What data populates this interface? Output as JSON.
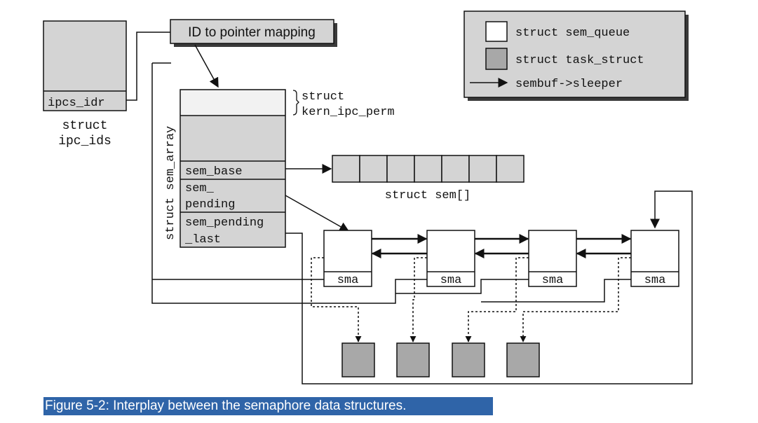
{
  "figure": {
    "caption": "Figure 5-2: Interplay between the semaphore data structures."
  },
  "ipc_ids": {
    "field": "ipcs_idr",
    "label_line1": "struct",
    "label_line2": "ipc_ids"
  },
  "mapping": {
    "label": "ID to pointer mapping"
  },
  "sem_array": {
    "side_label": "struct sem_array",
    "perm_label_line1": "struct",
    "perm_label_line2": "kern_ipc_perm",
    "field_sem_base": "sem_base",
    "field_sem_pending_1": "sem_",
    "field_sem_pending_2": "pending",
    "field_sem_pending_last_1": "sem_pending",
    "field_sem_pending_last_2": "_last"
  },
  "sem": {
    "label": "struct sem[]",
    "cell_count": 7
  },
  "queues": {
    "field": "sma",
    "count": 4,
    "sleepers": 4
  },
  "legend": {
    "queue_label": "struct sem_queue",
    "task_label": "struct task_struct",
    "sleeper_label": "sembuf->sleeper",
    "queue_color": "#ffffff",
    "task_color": "#a8a8a8",
    "struct_fill": "#d4d4d4"
  }
}
